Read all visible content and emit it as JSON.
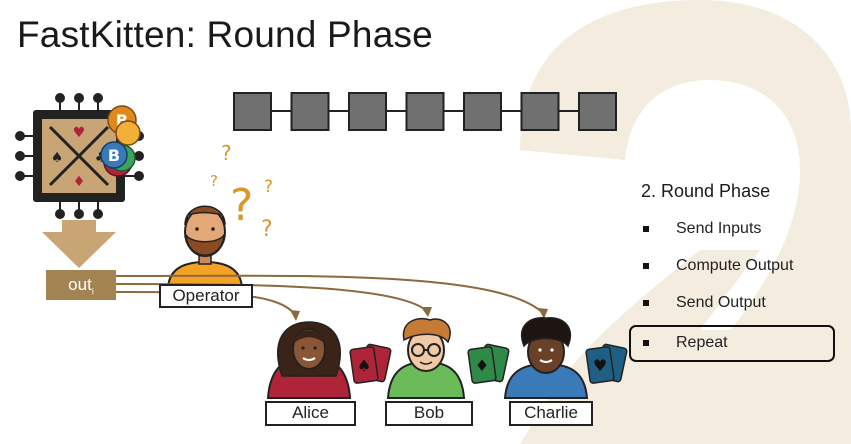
{
  "slide": {
    "title": "FastKitten: Round Phase",
    "background_number": "2"
  },
  "enclave": {
    "icon": "cpu-chip-icon",
    "output_label": "out",
    "output_subscript": "i"
  },
  "operator": {
    "label": "Operator",
    "confusion_marks": [
      "?",
      "?",
      "?",
      "?",
      "?"
    ]
  },
  "players": [
    {
      "name": "Alice",
      "card_suit": "♠",
      "card_color": "#b0243a"
    },
    {
      "name": "Bob",
      "card_suit": "♦",
      "card_color": "#2f8a48"
    },
    {
      "name": "Charlie",
      "card_suit": "♥",
      "card_color": "#1f5f86"
    }
  ],
  "blockchain": {
    "block_count": 7
  },
  "phase": {
    "title": "2. Round Phase",
    "steps": [
      {
        "label": "Send Inputs",
        "active": false
      },
      {
        "label": "Compute Output",
        "active": false
      },
      {
        "label": "Send Output",
        "active": false
      },
      {
        "label": "Repeat",
        "active": true
      }
    ]
  },
  "colors": {
    "accent_gold": "#a28452",
    "question_orange": "#d9962a",
    "block_gray": "#707070",
    "arrow_brown": "#8b6a3c",
    "watermark_beige": "#f3ecdf"
  }
}
